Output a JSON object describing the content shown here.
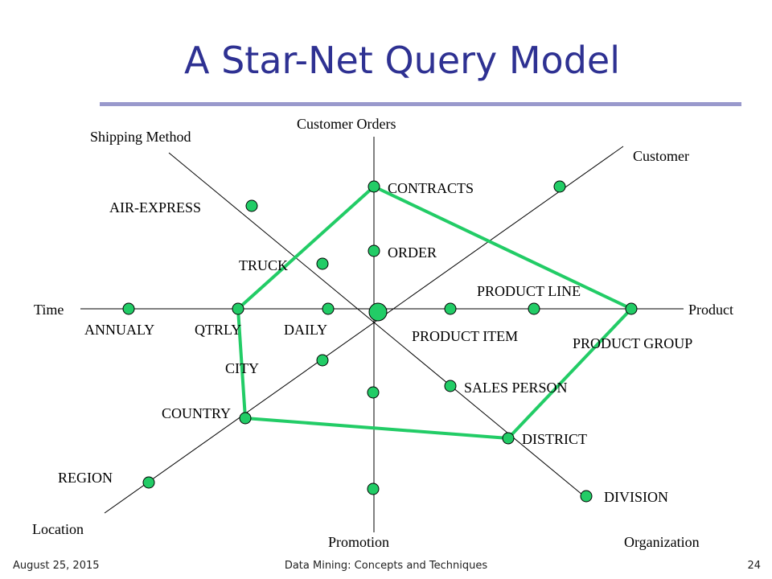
{
  "title": "A Star-Net Query Model",
  "footer": {
    "date": "August 25, 2015",
    "course": "Data Mining: Concepts and Techniques",
    "page": "24"
  },
  "dimensions": {
    "customer_orders": "Customer Orders",
    "shipping_method": "Shipping Method",
    "customer": "Customer",
    "time": "Time",
    "product": "Product",
    "location": "Location",
    "promotion": "Promotion",
    "organization": "Organization"
  },
  "levels": {
    "contracts": "CONTRACTS",
    "order": "ORDER",
    "air_express": "AIR-EXPRESS",
    "truck": "TRUCK",
    "product_line": "PRODUCT LINE",
    "product_item": "PRODUCT ITEM",
    "product_group": "PRODUCT GROUP",
    "annualy": "ANNUALY",
    "qtrly": "QTRLY",
    "daily": "DAILY",
    "city": "CITY",
    "country": "COUNTRY",
    "region": "REGION",
    "sales_person": "SALES PERSON",
    "district": "DISTRICT",
    "division": "DIVISION"
  },
  "colors": {
    "title": "#2E3192",
    "title_rule": "#9999CC",
    "node": "#22CC66",
    "query_path": "#22CC66",
    "axis": "#000000"
  }
}
